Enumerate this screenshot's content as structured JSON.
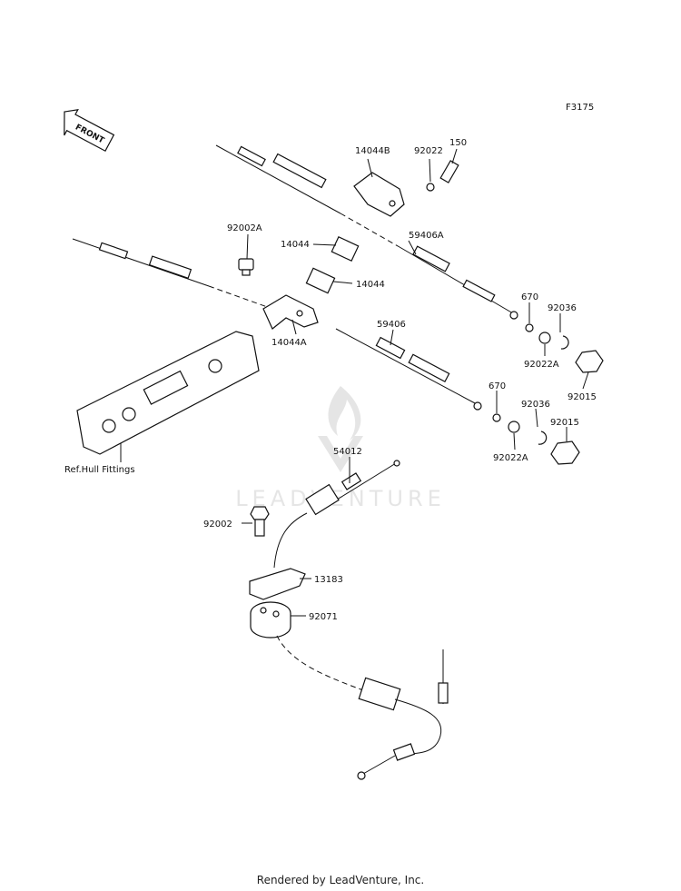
{
  "diagram_code": "F3175",
  "front_label": "FRONT",
  "watermark": "LEADVENTURE",
  "footer": "Rendered by LeadVenture, Inc.",
  "parts": [
    {
      "id": "p14044B",
      "label": "14044B"
    },
    {
      "id": "p92022",
      "label": "92022"
    },
    {
      "id": "p150",
      "label": "150"
    },
    {
      "id": "p92002A",
      "label": "92002A"
    },
    {
      "id": "p14044a",
      "label": "14044"
    },
    {
      "id": "p14044b",
      "label": "14044"
    },
    {
      "id": "p59406A",
      "label": "59406A"
    },
    {
      "id": "p14044A",
      "label": "14044A"
    },
    {
      "id": "p59406",
      "label": "59406"
    },
    {
      "id": "p670a",
      "label": "670"
    },
    {
      "id": "p92036a",
      "label": "92036"
    },
    {
      "id": "p92022Aa",
      "label": "92022A"
    },
    {
      "id": "p92015a",
      "label": "92015"
    },
    {
      "id": "p670b",
      "label": "670"
    },
    {
      "id": "p92036b",
      "label": "92036"
    },
    {
      "id": "p92015b",
      "label": "92015"
    },
    {
      "id": "p92022Ab",
      "label": "92022A"
    },
    {
      "id": "pRefHull",
      "label": "Ref.Hull Fittings"
    },
    {
      "id": "p54012",
      "label": "54012"
    },
    {
      "id": "p92002",
      "label": "92002"
    },
    {
      "id": "p13183",
      "label": "13183"
    },
    {
      "id": "p92071",
      "label": "92071"
    }
  ]
}
